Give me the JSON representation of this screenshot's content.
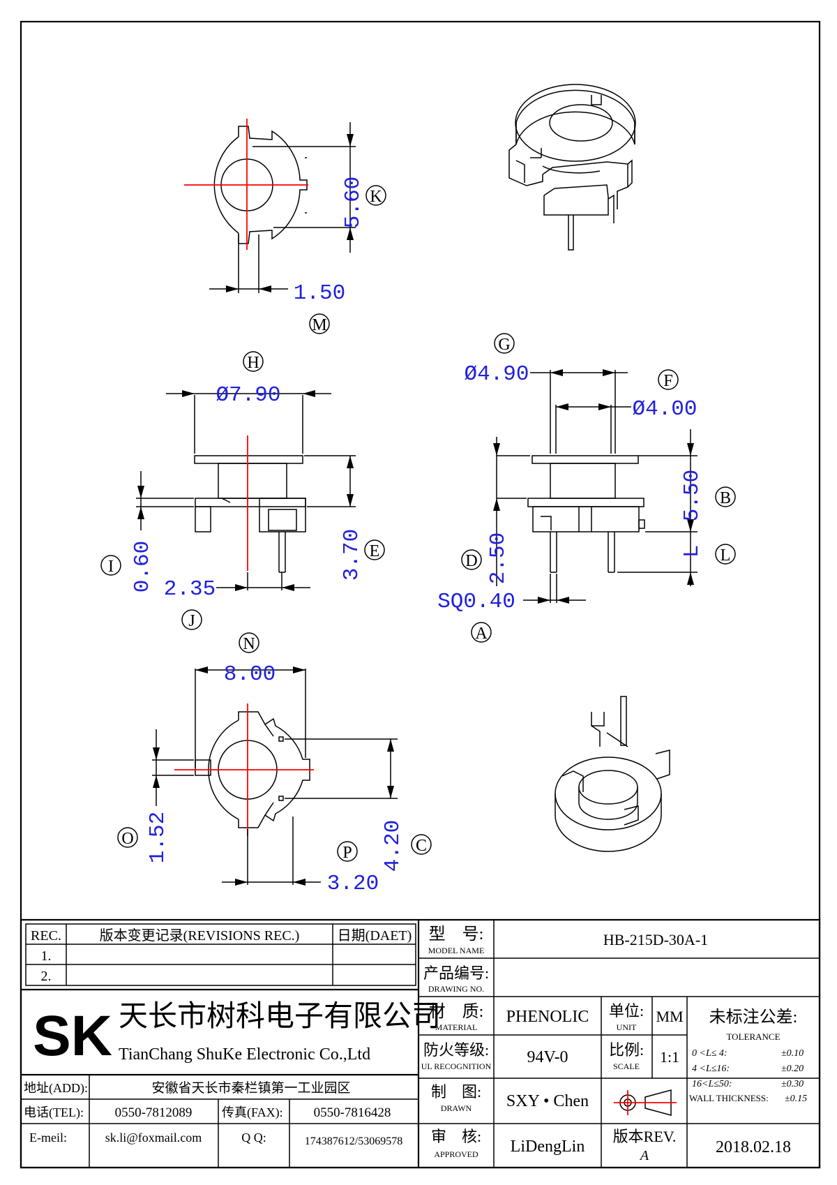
{
  "labels": {
    "K": "K",
    "M": "M",
    "H": "H",
    "G": "G",
    "F": "F",
    "B": "B",
    "L": "L",
    "I": "I",
    "J": "J",
    "E": "E",
    "D": "D",
    "A": "A",
    "N": "N",
    "O": "O",
    "P": "P",
    "C": "C"
  },
  "dims": {
    "K": "5.60",
    "M": "1.50",
    "H": "Ø7.90",
    "G": "Ø4.90",
    "F": "Ø4.00",
    "B": "5.50",
    "L": "L",
    "I": "0.60",
    "J": "2.35",
    "E": "3.70",
    "D": "2.50",
    "A": "SQ0.40",
    "N": "8.00",
    "O": "1.52",
    "P": "3.20",
    "C": "4.20"
  },
  "title_block": {
    "rev_header": "REC.",
    "rev_title": "版本变更记录(REVISIONS REC.)",
    "date_header": "日期(DAET)",
    "rev_rows": [
      "1.",
      "2."
    ],
    "model_label_cn": "型　号:",
    "model_label_en": "MODEL NAME",
    "model_value": "HB-215D-30A-1",
    "drawing_label_cn": "产品编号:",
    "drawing_label_en": "DRAWING NO.",
    "drawing_value": "",
    "material_label_cn": "材　质:",
    "material_label_en": "MATERIAL",
    "material_value": "PHENOLIC",
    "unit_label_cn": "单位:",
    "unit_label_en": "UNIT",
    "unit_value": "MM",
    "tol_label_cn": "未标注公差:",
    "tol_label_en": "TOLERANCE",
    "tol_rows": [
      {
        "range": "0 <L≤ 4:",
        "value": "±0.10"
      },
      {
        "range": "4 <L≤16:",
        "value": "±0.20"
      },
      {
        "range": "16<L≤50:",
        "value": "±0.30"
      }
    ],
    "wall_label": "WALL THICKNESS:",
    "wall_value": "±0.15",
    "ul_label_cn": "防火等级:",
    "ul_label_en": "UL RECOGNITION",
    "ul_value": "94V-0",
    "scale_label_cn": "比例:",
    "scale_label_en": "SCALE",
    "scale_value": "1:1",
    "drawn_label_cn": "制　图:",
    "drawn_label_en": "DRAWN",
    "drawn_value": "SXY • Chen",
    "approved_label_cn": "审　核:",
    "approved_label_en": "APPROVED",
    "approved_value": "LiDengLin",
    "rev_label": "版本REV.",
    "rev_value": "A",
    "date_value": "2018.02.18",
    "company_logo": "SK",
    "company_cn": "天长市树科电子有限公司",
    "company_en": "TianChang ShuKe Electronic Co.,Ltd",
    "addr_label": "地址(ADD):",
    "addr_value": "安徽省天长市秦栏镇第一工业园区",
    "tel_label": "电话(TEL):",
    "tel_value": "0550-7812089",
    "fax_label": "传真(FAX):",
    "fax_value": "0550-7816428",
    "email_label": "E-meil:",
    "email_value": "sk.li@foxmail.com",
    "qq_label": "Q Q:",
    "qq_value": "174387612/53069578"
  }
}
